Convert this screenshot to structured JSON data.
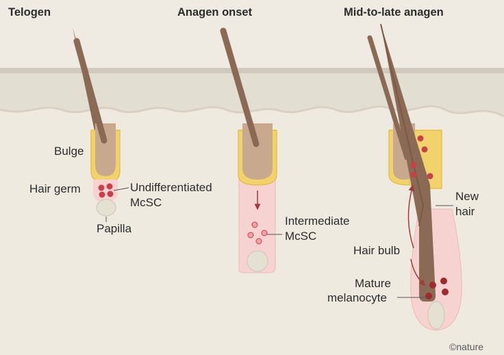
{
  "panels": {
    "telogen": "Telogen",
    "anagen_onset": "Anagen onset",
    "mid_late_anagen": "Mid-to-late anagen"
  },
  "labels": {
    "bulge": "Bulge",
    "hair_germ": "Hair germ",
    "undiff_line1": "Undifferentiated",
    "undiff_line2": "McSC",
    "papilla": "Papilla",
    "intermediate_line1": "Intermediate",
    "intermediate_line2": "McSC",
    "new_line1": "New",
    "new_line2": "hair",
    "hair_bulb": "Hair bulb",
    "mature_line1": "Mature",
    "mature_line2": "melanocyte"
  },
  "credit": "©nature",
  "colors": {
    "background": "#efeae0",
    "skin_surface": "#d9d4c8",
    "hair_shaft": "#8b6a55",
    "bulge_sheath": "#f2d36b",
    "follicle_pink": "#f6d2d0",
    "papilla": "#e4e1d2",
    "melanocyte": "#c8404a",
    "arrow": "#9e3c3c"
  }
}
